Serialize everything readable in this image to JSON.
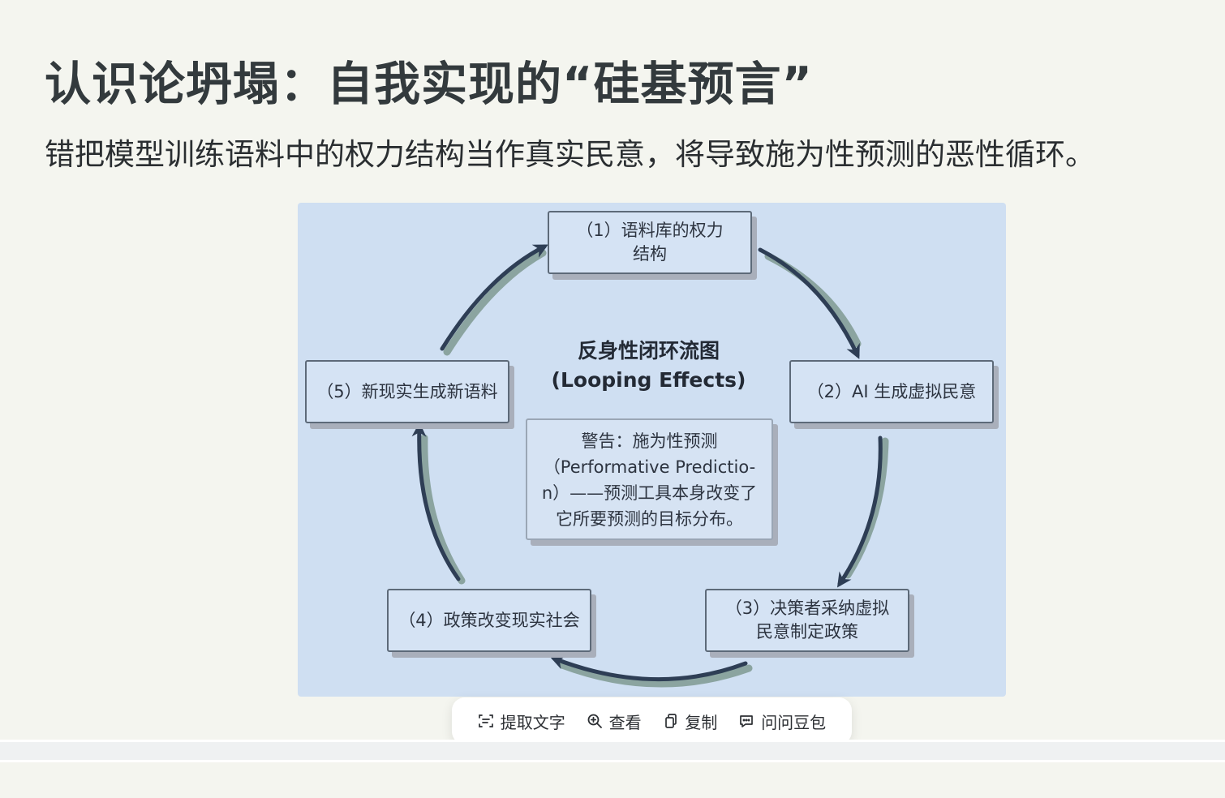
{
  "slide": {
    "title": "认识论坍塌：自我实现的“硅基预言”",
    "subtitle": "错把模型训练语料中的权力结构当作真实民意，将导致施为性预测的恶性循环。"
  },
  "diagram": {
    "center_title_line1": "反身性闭环流图",
    "center_title_line2": "(Looping Effects)",
    "nodes": [
      {
        "line1": "（1）语料库的权力",
        "line2": "结构"
      },
      {
        "line1": "（2）AI 生成虚拟民意"
      },
      {
        "line1": "（3）决策者采纳虚拟",
        "line2": "民意制定政策"
      },
      {
        "line1": "（4）政策改变现实社会"
      },
      {
        "line1": "（5）新现实生成新语料"
      }
    ],
    "warning": {
      "line1": "警告：施为性预测",
      "line2": "（Performative Predictio-",
      "line3": "n）——预测工具本身改变了",
      "line4": "它所要预测的目标分布。"
    }
  },
  "toolbar": {
    "extract_text": "提取文字",
    "view": "查看",
    "copy": "复制",
    "ask": "问问豆包"
  },
  "icons": {
    "extract": "scan-text-icon",
    "view": "zoom-in-icon",
    "copy": "copy-icon",
    "ask": "chat-bubble-icon"
  },
  "colors": {
    "background": "#f4f5ef",
    "figure_bg": "#cfdff2",
    "arrow": "#2e3e55",
    "arrow_shadow": "#7f9a92"
  }
}
